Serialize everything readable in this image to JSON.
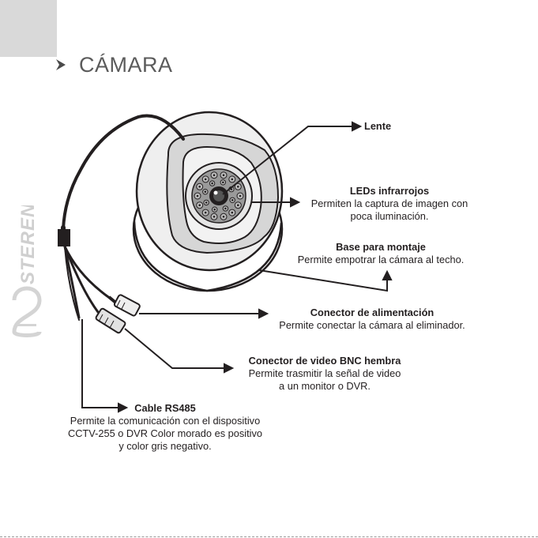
{
  "section": {
    "title": "CÁMARA"
  },
  "brand": {
    "logo_text": "STEREN"
  },
  "labels": {
    "lente": {
      "title": "Lente"
    },
    "leds": {
      "title": "LEDs infrarrojos",
      "lines": [
        "Permiten la captura de imagen con",
        "poca iluminación."
      ]
    },
    "base": {
      "title": "Base para montaje",
      "lines": [
        "Permite empotrar la cámara al techo."
      ]
    },
    "alimentacion": {
      "title": "Conector de alimentación",
      "lines": [
        "Permite conectar la cámara al eliminador."
      ]
    },
    "bnc": {
      "title": "Conector de video BNC hembra",
      "lines": [
        "Permite trasmitir la señal de video",
        "a un monitor o DVR."
      ]
    },
    "rs485": {
      "title": "Cable RS485",
      "lines": [
        "Permite la comunicación con el dispositivo",
        "CCTV-255 o DVR Color morado es positivo",
        "y color gris negativo."
      ]
    }
  },
  "colors": {
    "text": "#231f20",
    "title_gray": "#5b5b5b",
    "tab_gray": "#d9d9d9",
    "camera_light": "#eeeeee",
    "camera_mid": "#cfcfcf",
    "line_dark": "#231f20"
  }
}
